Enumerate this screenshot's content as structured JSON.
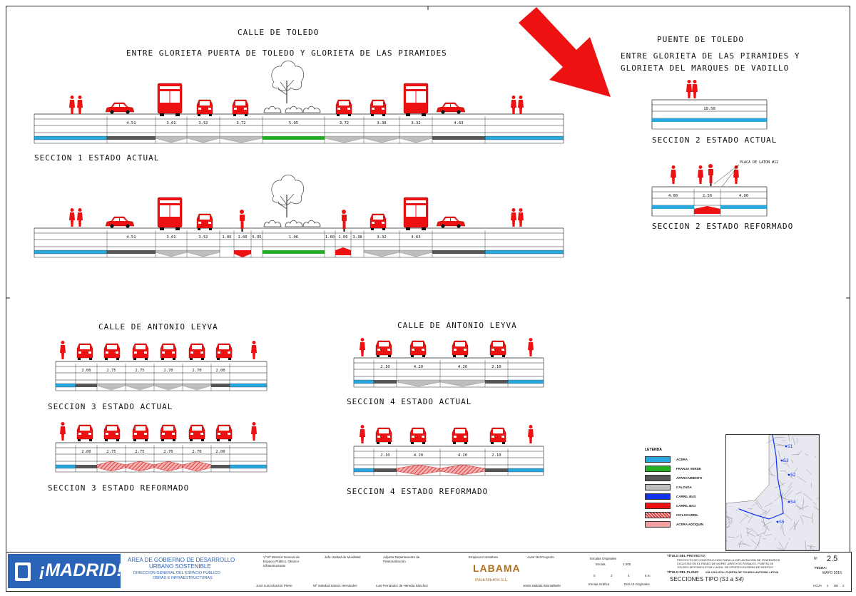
{
  "sheet": {
    "calle_toledo_title": "CALLE DE TOLEDO",
    "calle_toledo_subtitle": "ENTRE GLORIETA PUERTA DE TOLEDO Y GLORIETA DE LAS PIRAMIDES",
    "puente_title": "PUENTE DE TOLEDO",
    "puente_subtitle_1": "ENTRE GLORIETA DE LAS PIRAMIDES Y",
    "puente_subtitle_2": "GLORIETA DEL MARQUES DE VADILLO",
    "leyva_title_left": "CALLE DE ANTONIO LEYVA",
    "leyva_title_right": "CALLE DE ANTONIO LEYVA",
    "placa_label": "PLACA DE LATON #12"
  },
  "sections": {
    "s1_actual": {
      "caption": "SECCION 1 ESTADO ACTUAL",
      "dims": [
        "4.51",
        "3.01",
        "3.52",
        "3.72",
        "5.95",
        "3.72",
        "3.38",
        "3.32",
        "4.63"
      ]
    },
    "s1_reform": {
      "dims": [
        "4.51",
        "3.01",
        "3.52",
        "1.06",
        "1.60",
        "5.95",
        "1.06",
        "1.60",
        "1.06",
        "3.38",
        "3.32",
        "4.63"
      ]
    },
    "s2_actual": {
      "caption": "SECCION 2 ESTADO ACTUAL",
      "dims": [
        "10.50"
      ]
    },
    "s2_reform": {
      "caption": "SECCION 2 ESTADO REFORMADO",
      "dims": [
        "4.00",
        "2.50",
        "4.00"
      ]
    },
    "s3_actual": {
      "caption": "SECCION 3 ESTADO ACTUAL",
      "dims": [
        "2.00",
        "2.75",
        "2.75",
        "2.70",
        "2.70",
        "2.00"
      ]
    },
    "s3_reform": {
      "caption": "SECCION 3 ESTADO REFORMADO",
      "dims": [
        "2.00",
        "2.75",
        "2.75",
        "2.70",
        "2.70",
        "2.00"
      ]
    },
    "s4_actual": {
      "caption": "SECCION 4 ESTADO ACTUAL",
      "dims": [
        "2.10",
        "4.20",
        "4.20",
        "2.10"
      ]
    },
    "s4_reform": {
      "caption": "SECCION 4 ESTADO REFORMADO",
      "dims": [
        "2.10",
        "4.20",
        "4.20",
        "2.10"
      ]
    }
  },
  "legend": {
    "title": "LEYENDA",
    "items": [
      {
        "label": "ACERA",
        "color": "#29a8e0"
      },
      {
        "label": "FRANJA VERDE",
        "color": "#22b022"
      },
      {
        "label": "APARCAMIENTO",
        "color": "#555555"
      },
      {
        "label": "CALZADA",
        "color": "#bdbdbd"
      },
      {
        "label": "CARRIL BUS",
        "color": "#1133ee"
      },
      {
        "label": "CARRIL BICI",
        "color": "#ee1111"
      },
      {
        "label": "CICLOCARRIL",
        "color": "#f09090"
      },
      {
        "label": "ACERA ADOQUIN",
        "color": "#f0a0a0"
      }
    ]
  },
  "map": {
    "labels": [
      "S1",
      "S2",
      "S3",
      "S4",
      "S5"
    ]
  },
  "title_block": {
    "logo_text": "¡MADRID!",
    "area_1": "ÁREA DE GOBIERNO DE DESARROLLO",
    "area_2": "URBANO SOSTENIBLE",
    "area_3": "DIRECCIÓN GENERAL DEL ESPACIO PÚBLICO",
    "area_4": "OBRAS E INFRAESTRUCTURAS",
    "vb_1": "Vº Bº Director General de",
    "vb_2": "Espacio Público, Obras e",
    "vb_3": "Infraestructuras",
    "vb_name": "José Luis Infanzón Prieto",
    "jefe_1": "Jefe Unidad de Movilidad",
    "jefe_name": "Mª Soledad Santos Hernández",
    "adj_1": "Adjunto Departamento de",
    "adj_2": "Peatonalización",
    "adj_name": "Luis Fernández de Heredia Sánchez",
    "empresa_1": "Empresa Consultora",
    "empresa_logo": "LABAMA",
    "empresa_2": "INGENIERÍA S.L.",
    "autor_1": "Autor Del Proyecto",
    "autor_name": "Jesús Maldido Montalbello",
    "escala_1": "Escalas Originales",
    "escala_2": "Escala",
    "escala_val": "1:200",
    "escala_ticks": [
      "0",
      "2",
      "4",
      "6 m"
    ],
    "escala_grafica": "Escala Gráfica",
    "din": "DIN A3 Originales",
    "titulo_proy_label": "TÍTULO DEL PROYECTO:",
    "titulo_proy_1": "PROYECTO DE CONSTRUCCIÓN PARA LA IMPLANTACIÓN DE ITINERARIOS",
    "titulo_proy_2": "CICLISTAS EN EL PASEO DE MORET-ARROYOS ROSALES, PUERTA DE",
    "titulo_proy_3": "TOLEDO-ANTONIO LEYVA Y AVDA. DE OPORTO-EUGENIA DE MONTIJO",
    "titulo_plano_label": "TÍTULO DEL PLANO:",
    "titulo_plano_val": "VÍA CICLISTA: PUERTA DE TOLEDO-ANTONIO LEYVA",
    "secciones": "SECCIONES TIPO",
    "secciones_sub": "(S1 a S4)",
    "n_label": "Nº",
    "n_val": "2.5",
    "fecha_label": "FECHA:",
    "fecha_val": "MAYO 2016",
    "hoja": "HOJA",
    "hoja_val": "1",
    "de": "DE",
    "de_val": "2"
  }
}
